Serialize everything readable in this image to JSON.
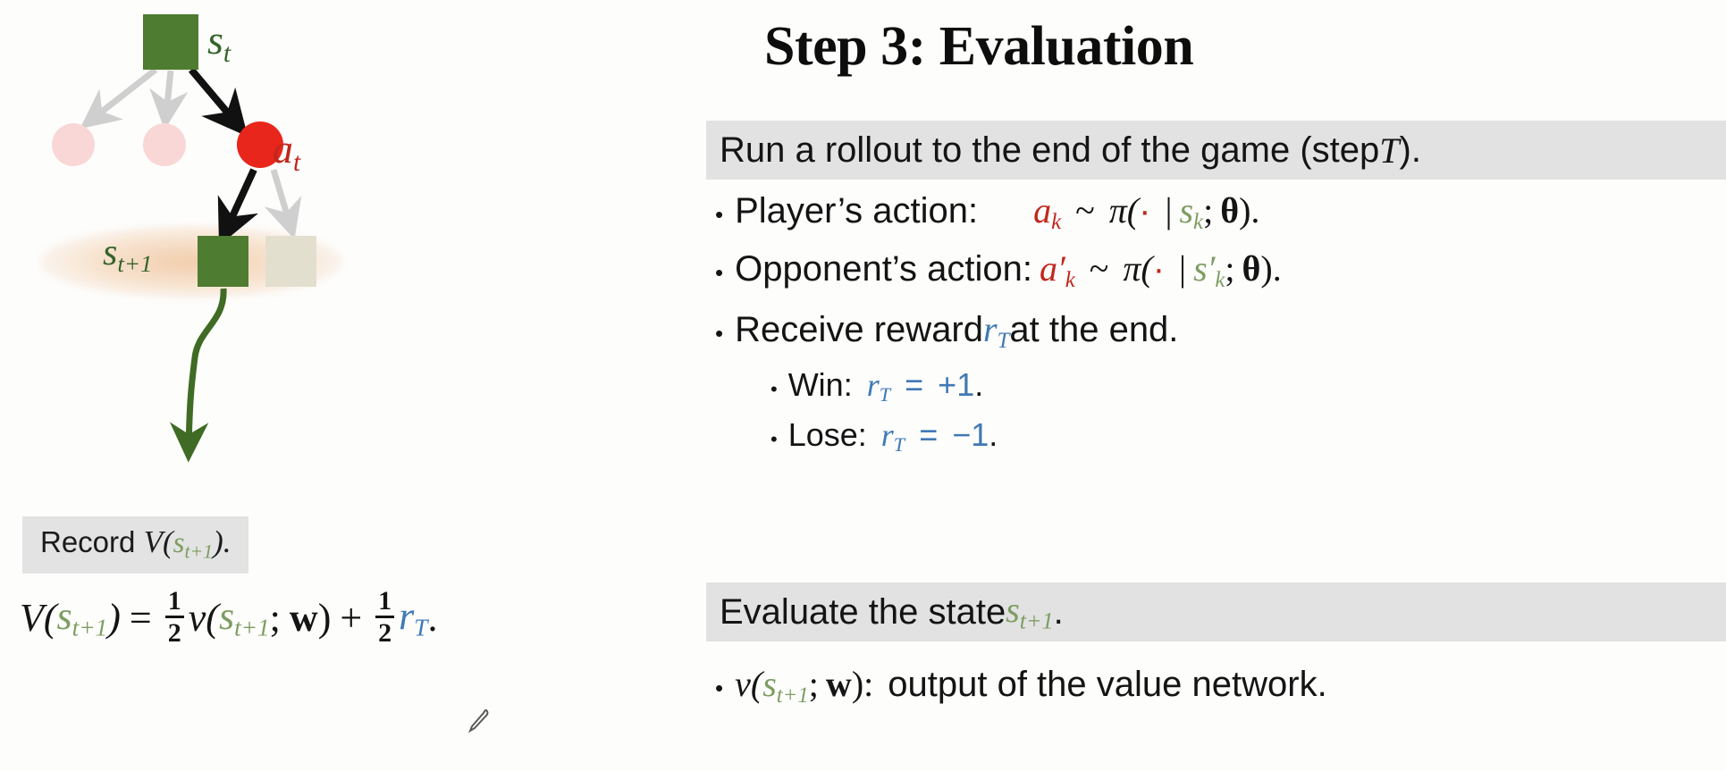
{
  "slide": {
    "title": "Step 3: Evaluation",
    "cursor_icon": "pen-cursor"
  },
  "diagram": {
    "root_label": "s",
    "root_sub": "t",
    "action_label": "a",
    "action_sub": "t",
    "next_state_label": "s",
    "next_state_sub": "t+1",
    "colors": {
      "state_green": "#4e7c30",
      "state_green_text": "#35642a",
      "action_red": "#e8261b",
      "action_red_text": "#c0271d",
      "faded_pink": "#f9d7d6",
      "faded_square": "#e2dfcf",
      "highlight_glow": "#ecb07a"
    },
    "record_box": {
      "prefix": "Record ",
      "math_v": "V(",
      "state": "s",
      "state_sub": "t+1",
      "suffix": ")."
    },
    "equation": {
      "lhs_v": "V(",
      "lhs_state": "s",
      "lhs_state_sub": "t+1",
      "lhs_close": ")",
      "eq": "=",
      "frac1_num": "1",
      "frac1_den": "2",
      "term_v": "v(",
      "term_state": "s",
      "term_state_sub": "t+1",
      "term_semi": ";",
      "term_w": "w",
      "term_close": ")",
      "plus": "+",
      "frac2_num": "1",
      "frac2_den": "2",
      "reward": "r",
      "reward_sub": "T",
      "period": "."
    }
  },
  "content": {
    "banner_1": {
      "pre": "Run a rollout to the end of the game (step ",
      "symbol": "T",
      "post": ")."
    },
    "banner_2": {
      "pre": "Evaluate the state ",
      "state": "s",
      "state_sub": "t+1",
      "post": "."
    },
    "bullets": [
      {
        "label": "Player’s action:",
        "action": "a",
        "action_sub": "k",
        "tilde": "~",
        "pi": "π(",
        "dot": "·",
        "bar": "|",
        "state": "s",
        "state_sub": "k",
        "semi": ";",
        "theta": "θ",
        "close": ")."
      },
      {
        "label": "Opponent’s action:",
        "action": "a",
        "action_prime": "′",
        "action_sub": "k",
        "tilde": "~",
        "pi": "π(",
        "dot": "·",
        "bar": "|",
        "state": "s",
        "state_prime": "′",
        "state_sub": "k",
        "semi": ";",
        "theta": "θ",
        "close": ")."
      },
      {
        "pre": "Receive reward ",
        "reward": "r",
        "reward_sub": "T",
        "post": " at the end."
      }
    ],
    "sub_bullets": [
      {
        "label": "Win:",
        "reward": "r",
        "reward_sub": "T",
        "eq": "=",
        "value": "+1",
        "period": "."
      },
      {
        "label": "Lose:",
        "reward": "r",
        "reward_sub": "T",
        "eq": "=",
        "value": "−1",
        "period": "."
      }
    ],
    "value_bullet": {
      "v": "v(",
      "state": "s",
      "state_sub": "t+1",
      "semi": ";",
      "w": "w",
      "close": "):",
      "text": "output of the value network."
    },
    "bullet_glyph": "•"
  }
}
